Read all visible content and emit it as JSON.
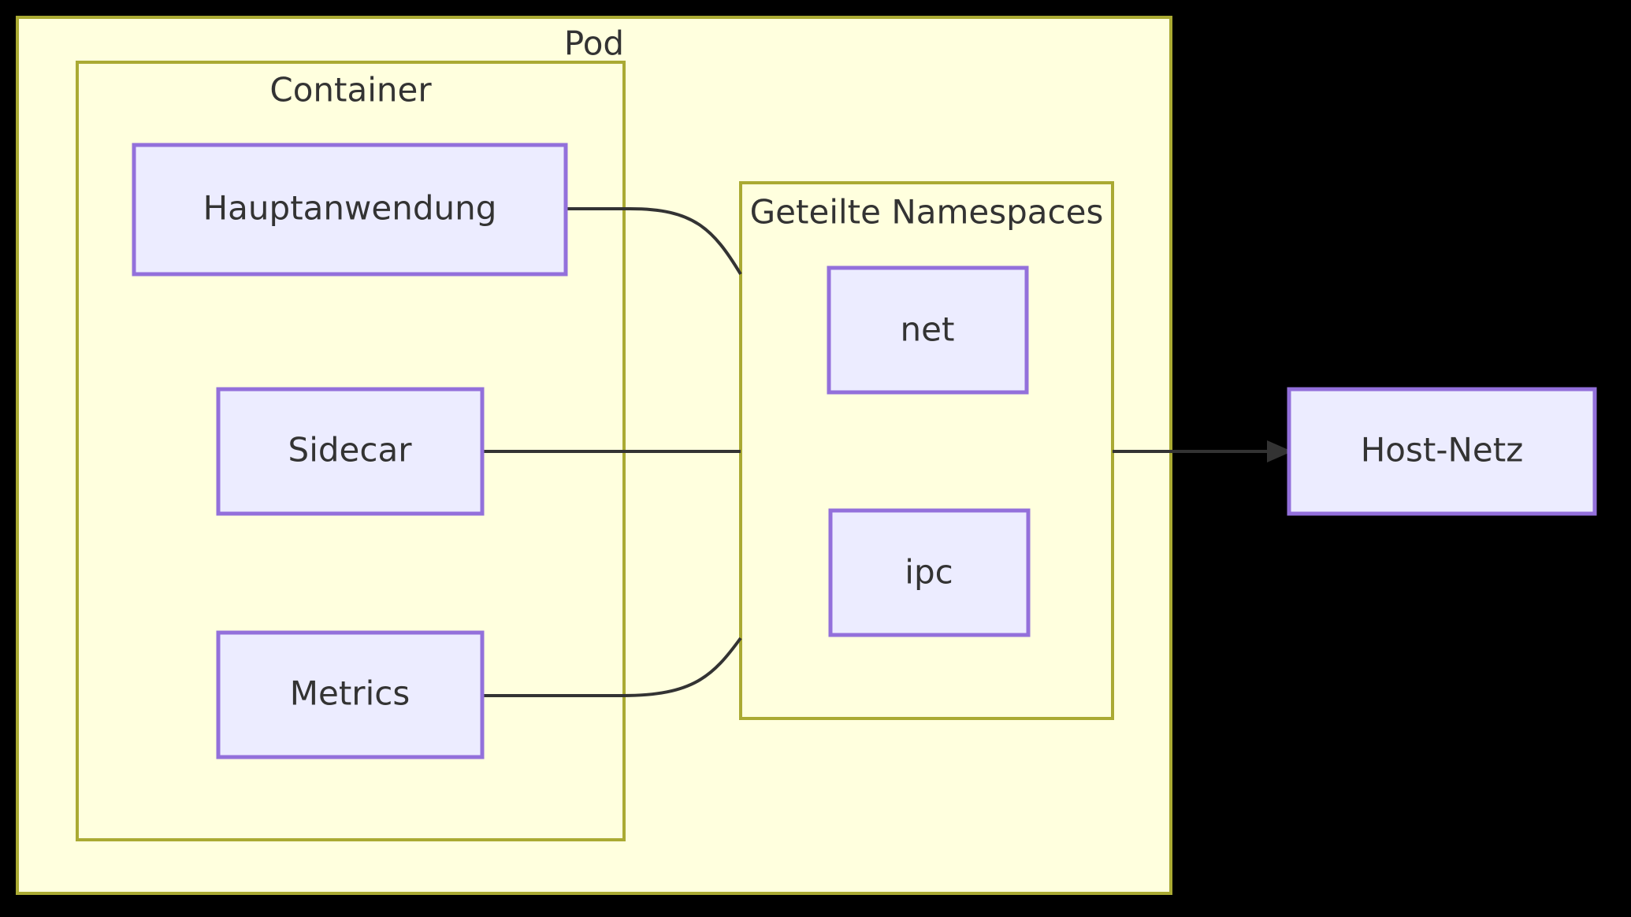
{
  "diagram": {
    "type": "flowchart",
    "background_color": "#000000",
    "colors": {
      "cluster_fill": "#ffffde",
      "cluster_stroke": "#aaaa33",
      "node_fill": "#ececff",
      "node_stroke": "#9370db",
      "text": "#333333",
      "edge": "#333333"
    },
    "clusters": [
      {
        "id": "pod",
        "label": "Pod"
      },
      {
        "id": "container",
        "label": "Container"
      },
      {
        "id": "namespaces",
        "label": "Geteilte Namespaces"
      }
    ],
    "nodes": [
      {
        "id": "hauptanwendung",
        "label": "Hauptanwendung"
      },
      {
        "id": "sidecar",
        "label": "Sidecar"
      },
      {
        "id": "metrics",
        "label": "Metrics"
      },
      {
        "id": "net",
        "label": "net"
      },
      {
        "id": "ipc",
        "label": "ipc"
      },
      {
        "id": "hostnetz",
        "label": "Host-Netz"
      }
    ],
    "edges": [
      {
        "from": "hauptanwendung",
        "to": "namespaces",
        "arrow": false
      },
      {
        "from": "sidecar",
        "to": "namespaces",
        "arrow": false
      },
      {
        "from": "metrics",
        "to": "namespaces",
        "arrow": false
      },
      {
        "from": "namespaces",
        "to": "hostnetz",
        "arrow": true
      }
    ]
  }
}
